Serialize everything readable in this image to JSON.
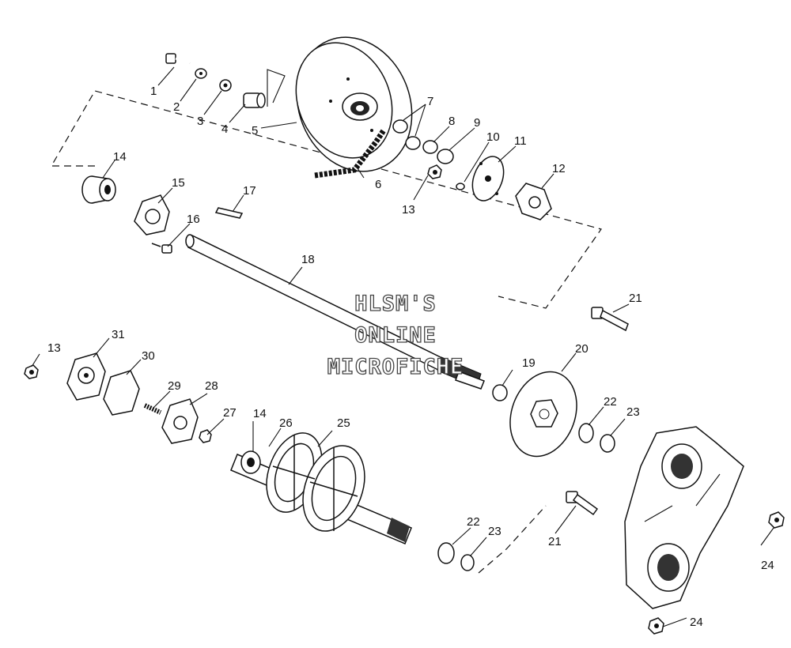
{
  "watermark": {
    "line1": "HLSM'S",
    "line2": "ONLINE",
    "line3": "MICROFICHE"
  },
  "callouts": {
    "c1": "1",
    "c2": "2",
    "c3": "3",
    "c4": "4",
    "c5": "5",
    "c6": "6",
    "c7": "7",
    "c8": "8",
    "c9": "9",
    "c10": "10",
    "c11": "11",
    "c12": "12",
    "c13a": "13",
    "c14a": "14",
    "c15": "15",
    "c16": "16",
    "c17": "17",
    "c18": "18",
    "c21a": "21",
    "c13b": "13",
    "c31": "31",
    "c30": "30",
    "c29": "29",
    "c28": "28",
    "c27": "27",
    "c14b": "14",
    "c26": "26",
    "c25": "25",
    "c19": "19",
    "c20": "20",
    "c22a": "22",
    "c23a": "23",
    "c22b": "22",
    "c23b": "23",
    "c21b": "21",
    "c24a": "24",
    "c24b": "24"
  }
}
